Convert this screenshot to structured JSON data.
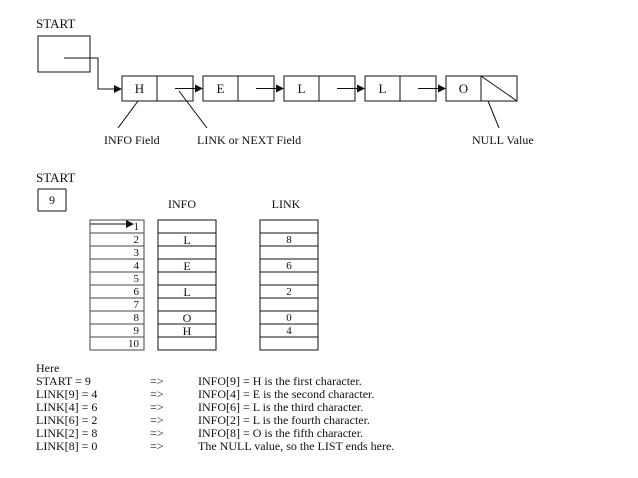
{
  "top": {
    "start_label": "START",
    "nodes": [
      {
        "info": "H"
      },
      {
        "info": "E"
      },
      {
        "info": "L"
      },
      {
        "info": "L"
      },
      {
        "info": "O"
      }
    ],
    "info_field_label": "INFO Field",
    "link_field_label": "LINK or NEXT Field",
    "null_label": "NULL Value"
  },
  "table": {
    "start_label": "START",
    "start_value": "9",
    "info_header": "INFO",
    "link_header": "LINK",
    "indices": [
      "1",
      "2",
      "3",
      "4",
      "5",
      "6",
      "7",
      "8",
      "9",
      "10"
    ],
    "info": [
      "",
      "L",
      "",
      "E",
      "",
      "L",
      "",
      "O",
      "H",
      ""
    ],
    "link": [
      "",
      "8",
      "",
      "6",
      "",
      "2",
      "",
      "0",
      "4",
      ""
    ]
  },
  "notes": {
    "here": "Here",
    "rows": [
      {
        "left": "START = 9",
        "arrow": "=>",
        "right": "INFO[9] = H is the first character."
      },
      {
        "left": "LINK[9] = 4",
        "arrow": "=>",
        "right": "INFO[4] = E is the second character."
      },
      {
        "left": "LINK[4] = 6",
        "arrow": "=>",
        "right": "INFO[6] = L is the third character."
      },
      {
        "left": "LINK[6] = 2",
        "arrow": "=>",
        "right": "INFO[2] = L is the fourth character."
      },
      {
        "left": "LINK[2] = 8",
        "arrow": "=>",
        "right": "INFO[8] = O is the fifth character."
      },
      {
        "left": "LINK[8] = 0",
        "arrow": "=>",
        "right": "The NULL value, so the LIST ends here."
      }
    ]
  }
}
